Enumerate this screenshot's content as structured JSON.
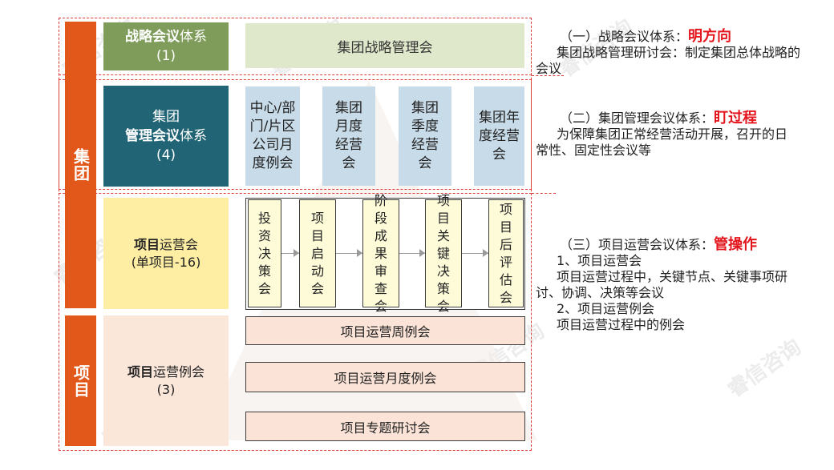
{
  "watermark": "睿信咨询",
  "left_bar": {
    "group": "集团",
    "project": "项目"
  },
  "strategy": {
    "category_bold": "战略会议",
    "category_normal": "体系",
    "category_count": "(1)",
    "meeting": "集团战略管理会"
  },
  "management": {
    "category_line1": "集团",
    "category_bold": "管理会议",
    "category_normal": "体系",
    "category_count": "(4)",
    "meetings": [
      "中心/部门/片区公司月度例会",
      "集团月度经营会",
      "集团季度经营会",
      "集团年度经营会"
    ]
  },
  "operation": {
    "category_bold": "项目",
    "category_normal": "运营会",
    "category_count": "(单项目-16)",
    "steps": [
      "投资决策会",
      "项目启动会",
      "阶段成果审查会",
      "项目关键决策会",
      "项目后评估会"
    ]
  },
  "routine": {
    "category_bold": "项目",
    "category_normal": "运营例会",
    "category_count": "(3)",
    "meetings": [
      "项目运营周例会",
      "项目运营月度例会",
      "项目专题研讨会"
    ]
  },
  "notes": {
    "n1_head": "（一）战略会议体系：",
    "n1_key": "明方向",
    "n1_body": "集团战略管理研讨会：制定集团总体战略的会议",
    "n2_head": "（二）集团管理会议体系：",
    "n2_key": "盯过程",
    "n2_body": "为保障集团正常经营活动开展，召开的日常性、固定性会议等",
    "n3_head": "（三）项目运营会议体系：",
    "n3_key": "管操作",
    "n3_l1": "1、项目运营会",
    "n3_l2": "项目运营过程中，关键节点、关键事项研讨、协调、决策等会议",
    "n3_l3": "2、项目运营例会",
    "n3_l4": "项目运营过程中的例会"
  },
  "colors": {
    "orange": "#e2581b",
    "green": "#7f9c5a",
    "teal": "#216475",
    "red": "#e3141b"
  }
}
